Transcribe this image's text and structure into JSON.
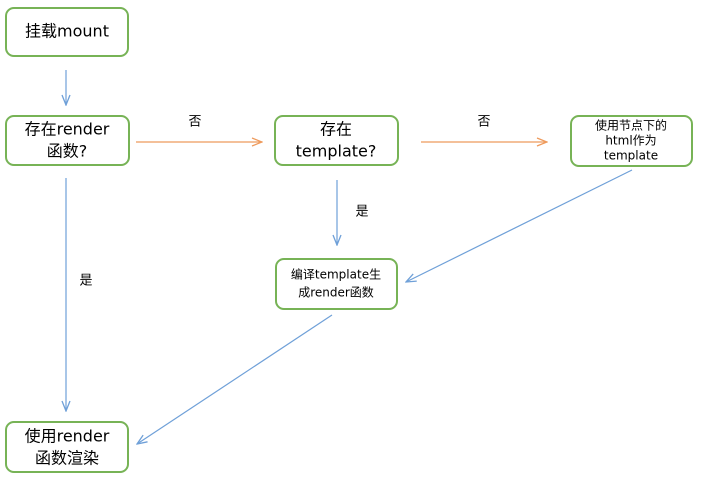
{
  "colors": {
    "node_border": "#77B356",
    "arrow_blue": "#6FA0D8",
    "arrow_orange": "#EE9A5C"
  },
  "nodes": {
    "mount": {
      "lines": [
        "挂载mount"
      ]
    },
    "render_check": {
      "lines": [
        "存在render",
        "函数?"
      ]
    },
    "template_check": {
      "lines": [
        "存在",
        "template?"
      ]
    },
    "use_html": {
      "lines": [
        "使用节点下的",
        "html作为",
        "template"
      ]
    },
    "compile": {
      "lines": [
        "编译template生",
        "成render函数"
      ]
    },
    "use_render": {
      "lines": [
        "使用render",
        "函数渲染"
      ]
    }
  },
  "edges": {
    "render_no": {
      "label": "否"
    },
    "template_no": {
      "label": "否"
    },
    "template_yes": {
      "label": "是"
    },
    "render_yes": {
      "label": "是"
    }
  }
}
